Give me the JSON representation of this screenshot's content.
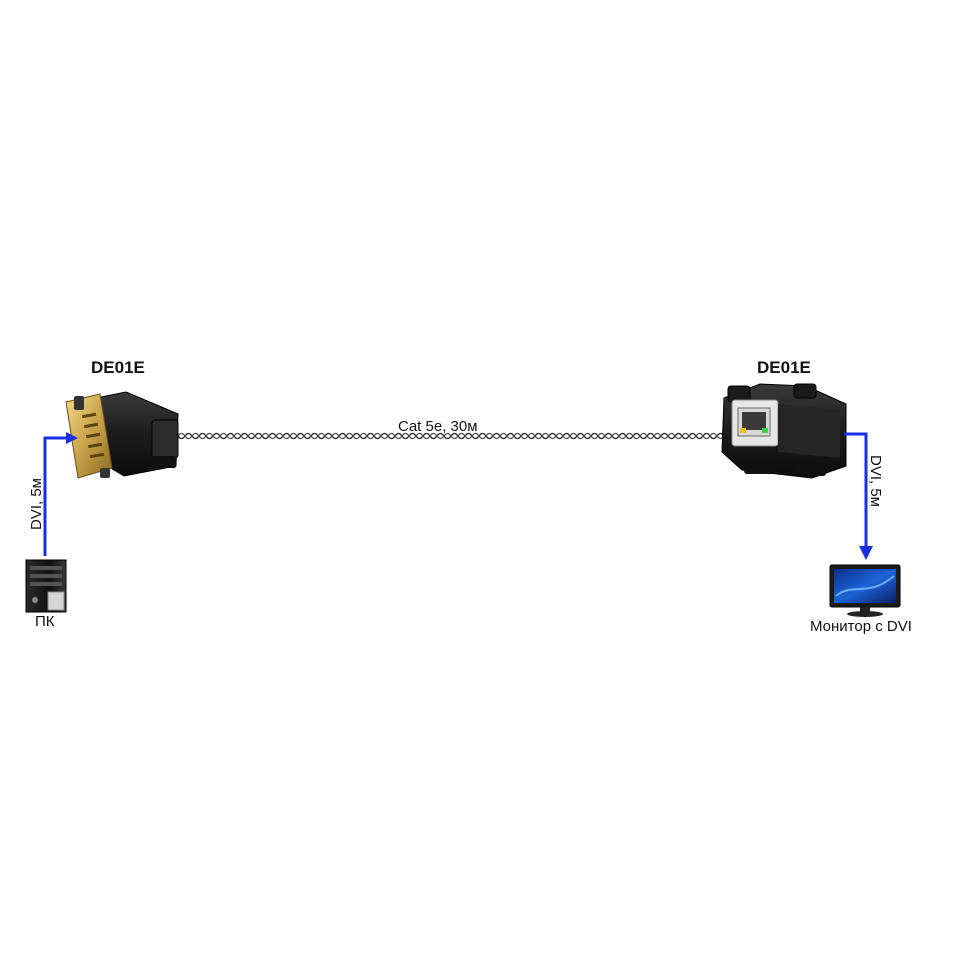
{
  "diagram": {
    "transmitter": {
      "label": "DE01E"
    },
    "receiver": {
      "label": "DE01E"
    },
    "link": {
      "label": "Cat 5e, 30м"
    },
    "source": {
      "label": "ПК",
      "cable_label": "DVI, 5м"
    },
    "display": {
      "label": "Монитор с DVI",
      "cable_label": "DVI, 5м"
    },
    "colors": {
      "arrow": "#1a2fe0",
      "device_body": "#1c1c1c",
      "connector_gold": "#c9a24a",
      "cable": "#222222"
    },
    "icons": {
      "transmitter": "dvi-male-adapter-icon",
      "receiver": "rj45-adapter-icon",
      "source": "pc-tower-icon",
      "display": "monitor-icon",
      "cable": "twisted-pair-cable-icon"
    }
  }
}
